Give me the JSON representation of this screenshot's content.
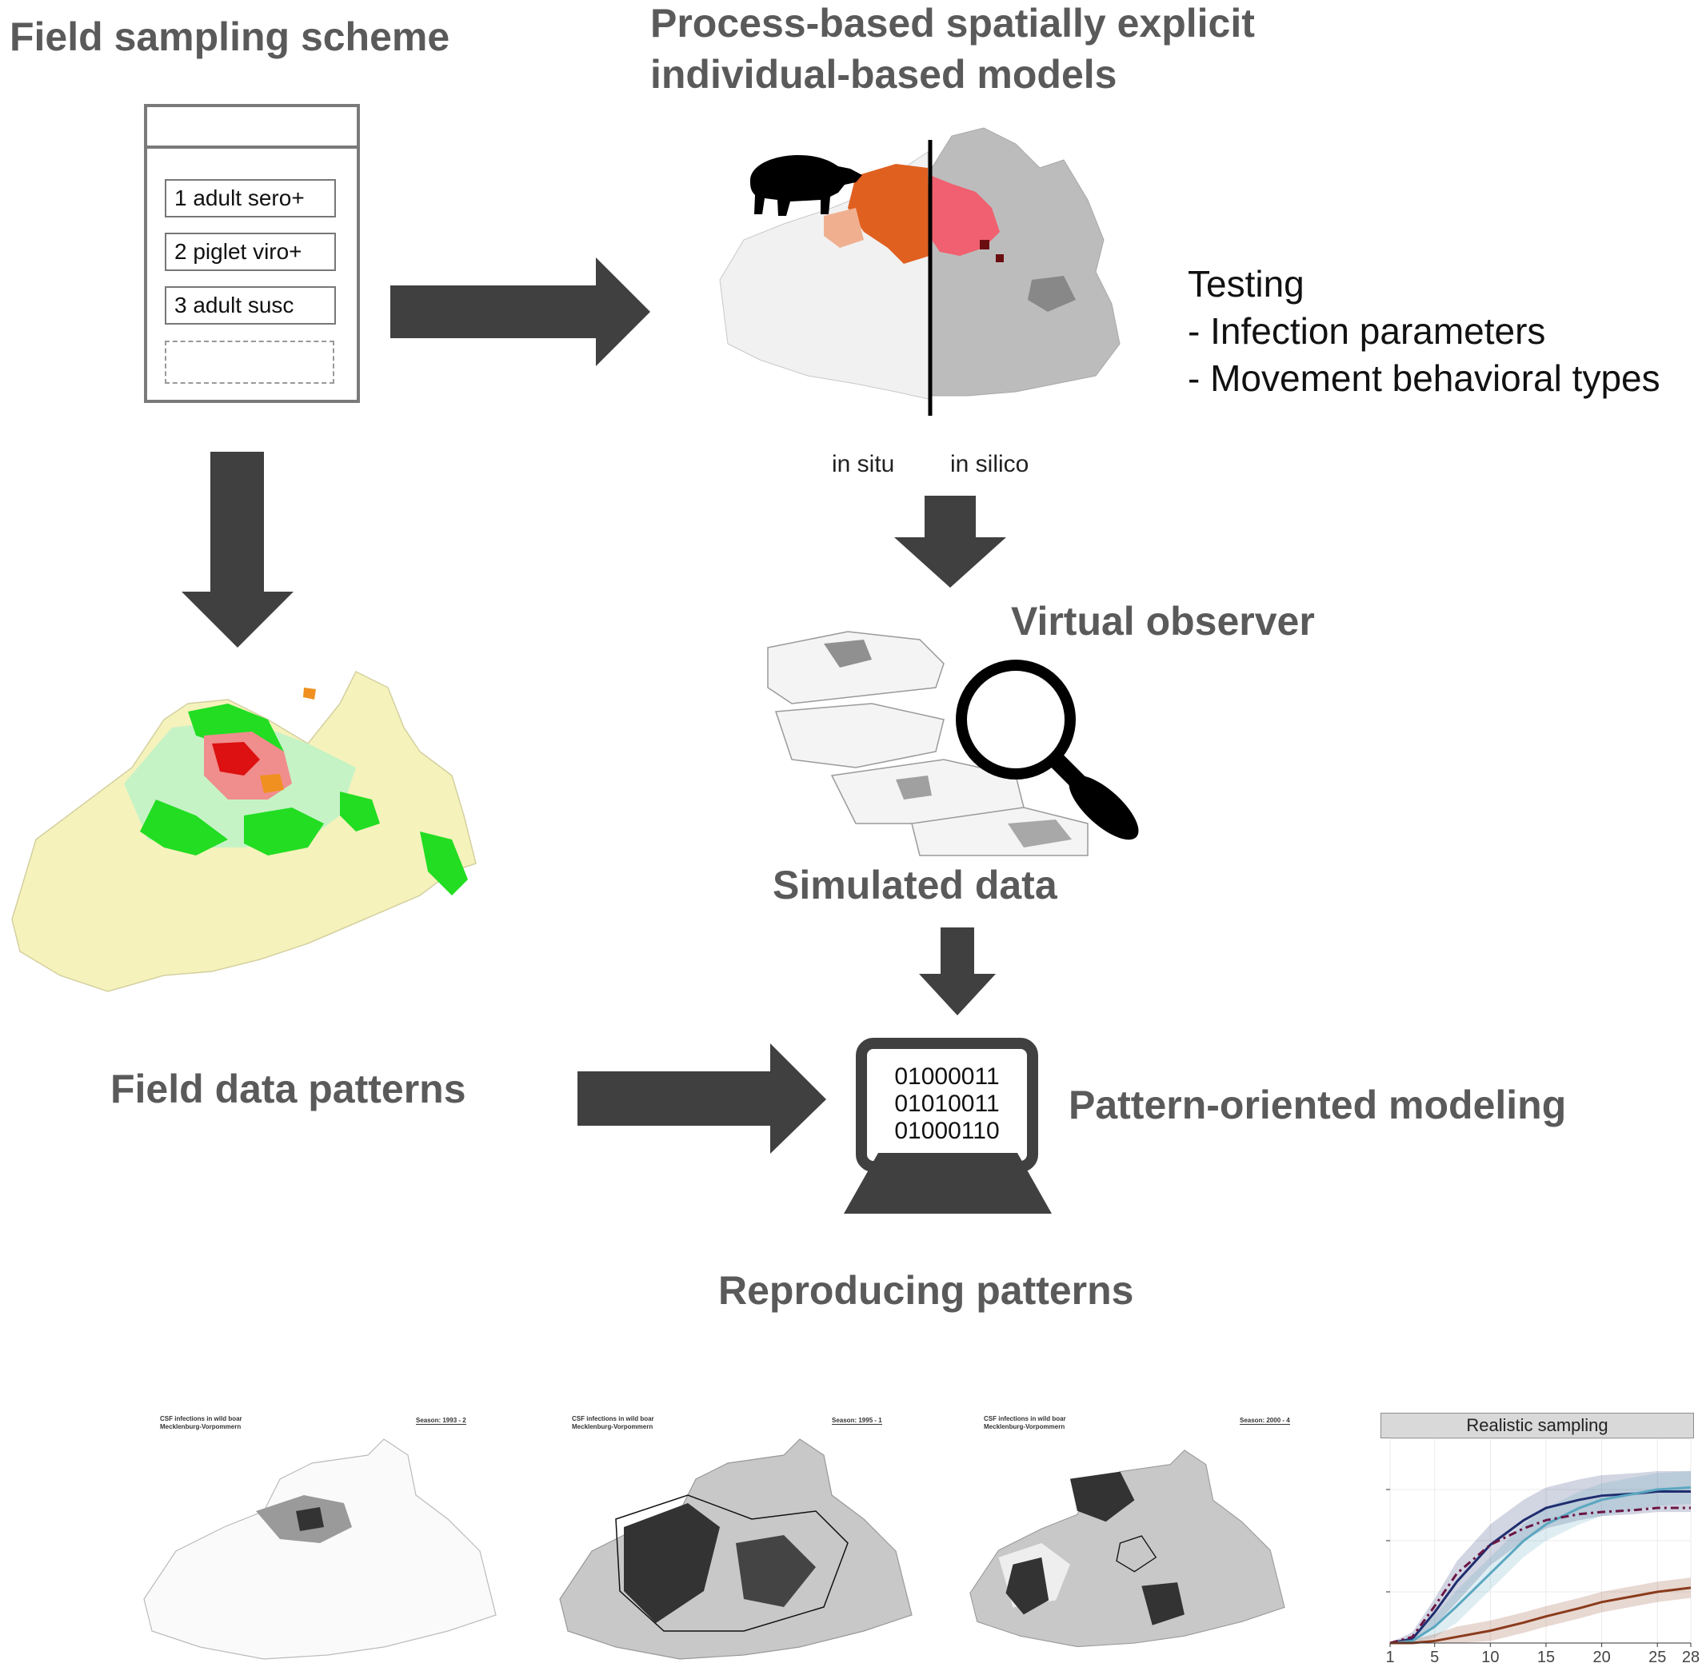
{
  "headings": {
    "field_sampling": "Field sampling scheme",
    "process_models": [
      "Process-based spatially explicit",
      "individual-based models"
    ],
    "virtual_observer": "Virtual observer",
    "simulated_data": "Simulated data",
    "field_data_patterns": "Field data patterns",
    "pattern_oriented": "Pattern-oriented modeling",
    "reproducing_patterns": "Reproducing patterns"
  },
  "sampling_form": {
    "items": [
      "1 adult sero+",
      "2 piglet viro+",
      "3 adult susc"
    ]
  },
  "testing": {
    "title": "Testing",
    "items": [
      "- Infection parameters",
      "- Movement behavioral types"
    ]
  },
  "model_map": {
    "left_label": "in situ",
    "right_label": "in silico"
  },
  "computer": {
    "binary": [
      "01000011",
      "01010011",
      "01000110"
    ]
  },
  "chart_data": {
    "type": "line",
    "title": "Realistic sampling",
    "x": [
      1,
      3,
      5,
      7,
      10,
      13,
      15,
      18,
      20,
      23,
      25,
      28
    ],
    "xticks": [
      1,
      5,
      10,
      15,
      20,
      25,
      28
    ],
    "xlim": [
      1,
      28
    ],
    "ylim": [
      0,
      1
    ],
    "grid": true,
    "series": [
      {
        "color": "#1f2d6e",
        "style": "solid",
        "values": [
          0.0,
          0.02,
          0.15,
          0.3,
          0.48,
          0.6,
          0.66,
          0.7,
          0.72,
          0.73,
          0.74,
          0.74
        ],
        "band": 0.1
      },
      {
        "color": "#5aa7c0",
        "style": "solid",
        "values": [
          0.0,
          0.01,
          0.08,
          0.18,
          0.34,
          0.5,
          0.58,
          0.66,
          0.7,
          0.73,
          0.75,
          0.76
        ],
        "band": 0.08
      },
      {
        "color": "#6a1646",
        "style": "dashdot",
        "values": [
          0.0,
          0.03,
          0.18,
          0.34,
          0.48,
          0.56,
          0.6,
          0.63,
          0.64,
          0.65,
          0.66,
          0.66
        ],
        "band": 0.0
      },
      {
        "color": "#8a3b1c",
        "style": "solid",
        "values": [
          0.0,
          0.0,
          0.01,
          0.03,
          0.06,
          0.1,
          0.13,
          0.17,
          0.2,
          0.23,
          0.25,
          0.27
        ],
        "band": 0.05
      }
    ]
  },
  "bottom_maps": [
    {
      "title": "CSF infections in wild boar",
      "subtitle": "Mecklenburg-Vorpommern",
      "season": "Season: 1993 - 2"
    },
    {
      "title": "CSF infections in wild boar",
      "subtitle": "Mecklenburg-Vorpommern",
      "season": "Season: 1995 - 1"
    },
    {
      "title": "CSF infections in wild boar",
      "subtitle": "Mecklenburg-Vorpommern",
      "season": "Season: 2000 - 4"
    }
  ],
  "colors": {
    "arrow": "#404040",
    "heading": "#5a5a5a",
    "map_yellow": "#f6f2bc",
    "map_green": "#22dd22",
    "map_lightgreen": "#c6f3c6",
    "map_red": "#dd1111",
    "map_pink": "#f08d8d",
    "model_orange": "#e06020",
    "model_grey": "#bcbcbc"
  }
}
